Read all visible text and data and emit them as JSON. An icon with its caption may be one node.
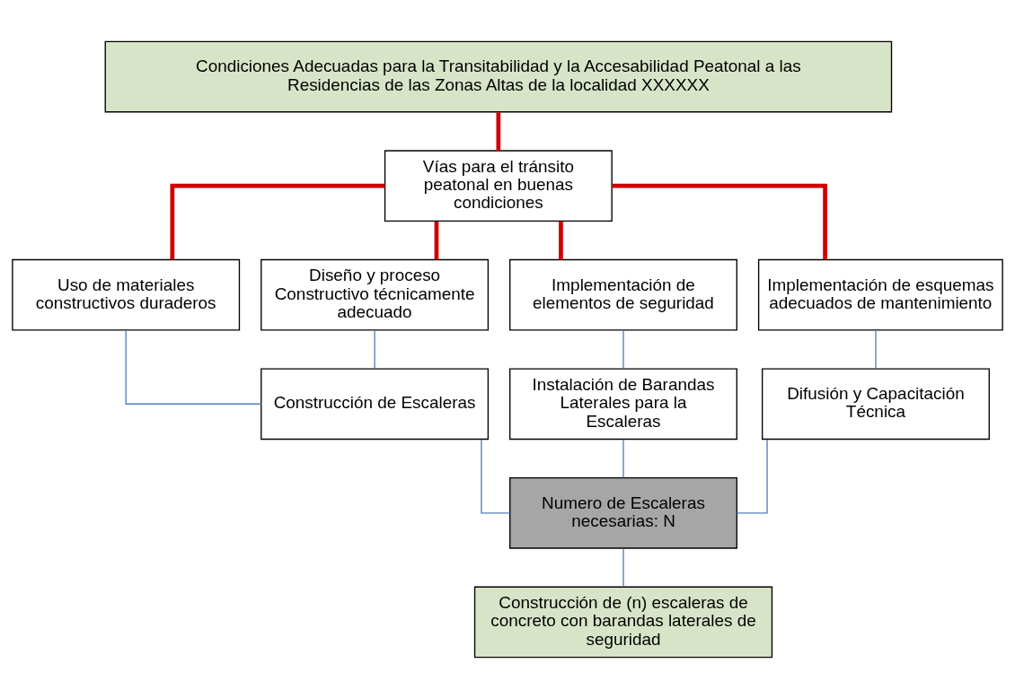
{
  "diagram": {
    "nodes": [
      {
        "text": [
          "Condiciones Adecuadas para la Transitabilidad y la Accesabilidad Peatonal a las Residencias de las Zonas Altas de la localidad XXXXXX"
        ]
      },
      {
        "text": [
          "Vías para el tránsito peatonal en buenas condiciones"
        ]
      },
      {
        "text": [
          "Uso de materiales constructivos duraderos"
        ]
      },
      {
        "text": [
          "Diseño y proceso Constructivo técnicamente adecuado"
        ]
      },
      {
        "text": [
          "Implementación de elementos de seguridad"
        ]
      },
      {
        "text": [
          "Implementación de esquemas adecuados de mantenimiento"
        ]
      },
      {
        "text": [
          "Construcción de Escaleras"
        ]
      },
      {
        "text": [
          "Instalación de Barandas Laterales para la Escaleras"
        ]
      },
      {
        "text": [
          "Difusión y Capacitación Técnica"
        ]
      },
      {
        "text": [
          "Numero de Escaleras necesarias: N"
        ]
      },
      {
        "text": [
          "Construcción de (n) escaleras de concreto con barandas laterales de seguridad"
        ]
      }
    ],
    "edges": [
      {
        "from": 0,
        "to": 1,
        "arrow": "none",
        "style": "thick",
        "color": "#d00000"
      },
      {
        "from": 1,
        "to": 2,
        "arrow": "none",
        "style": "thick",
        "color": "#d00000"
      },
      {
        "from": 1,
        "to": 3,
        "arrow": "none",
        "style": "thick",
        "color": "#d00000"
      },
      {
        "from": 1,
        "to": 4,
        "arrow": "none",
        "style": "thick",
        "color": "#d00000"
      },
      {
        "from": 1,
        "to": 5,
        "arrow": "none",
        "style": "thick",
        "color": "#d00000"
      },
      {
        "from": 2,
        "to": 6,
        "arrow": "none"
      },
      {
        "from": 3,
        "to": 6,
        "arrow": "none"
      },
      {
        "from": 4,
        "to": 7,
        "arrow": "none"
      },
      {
        "from": 5,
        "to": 8,
        "arrow": "none"
      },
      {
        "from": 6,
        "to": 9,
        "arrow": "none"
      },
      {
        "from": 7,
        "to": 9,
        "arrow": "none"
      },
      {
        "from": 8,
        "to": 9,
        "arrow": "none"
      },
      {
        "from": 9,
        "to": 10,
        "arrow": "none"
      }
    ]
  }
}
